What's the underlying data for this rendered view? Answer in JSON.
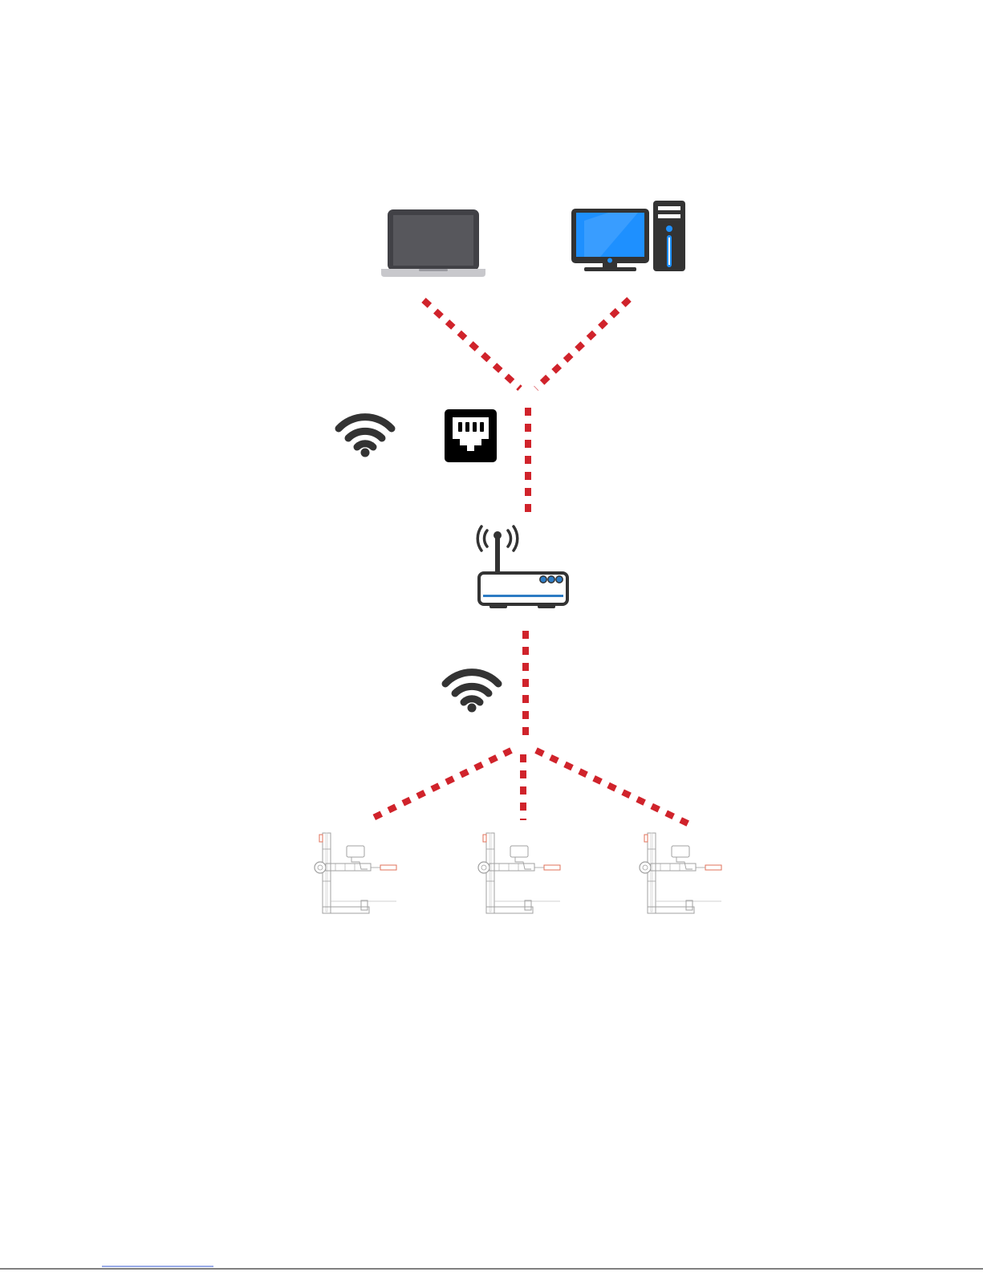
{
  "diagram": {
    "nodes": [
      {
        "id": "laptop",
        "icon": "laptop-icon"
      },
      {
        "id": "desktop",
        "icon": "desktop-computer-icon"
      },
      {
        "id": "router",
        "icon": "wireless-router-icon"
      },
      {
        "id": "machine-1",
        "icon": "cartesian-robot-icon"
      },
      {
        "id": "machine-2",
        "icon": "cartesian-robot-icon"
      },
      {
        "id": "machine-3",
        "icon": "cartesian-robot-icon"
      }
    ],
    "connection_icons": [
      {
        "id": "upper-wifi",
        "icon": "wifi-icon",
        "connects": "computers-to-router"
      },
      {
        "id": "ethernet",
        "icon": "ethernet-port-icon",
        "connects": "computers-to-router"
      },
      {
        "id": "lower-wifi",
        "icon": "wifi-icon",
        "connects": "router-to-machines"
      }
    ],
    "links": [
      {
        "from": "laptop",
        "to": "router",
        "style": "dashed"
      },
      {
        "from": "desktop",
        "to": "router",
        "style": "dashed"
      },
      {
        "from": "router",
        "to": "machine-1",
        "style": "dashed"
      },
      {
        "from": "router",
        "to": "machine-2",
        "style": "dashed"
      },
      {
        "from": "router",
        "to": "machine-3",
        "style": "dashed"
      }
    ]
  },
  "colors": {
    "link": "#d0232b",
    "icon_dark": "#333333",
    "screen_blue": "#1e90ff",
    "router_blue": "#2d7bc4",
    "laptop_bezel": "#414146",
    "laptop_screen": "#57575c",
    "laptop_base": "#c8c8cc",
    "machine_line": "#a0a0a0",
    "machine_accent": "#e0705a",
    "footer_line": "#000000",
    "footnote_link": "#3355cc"
  }
}
